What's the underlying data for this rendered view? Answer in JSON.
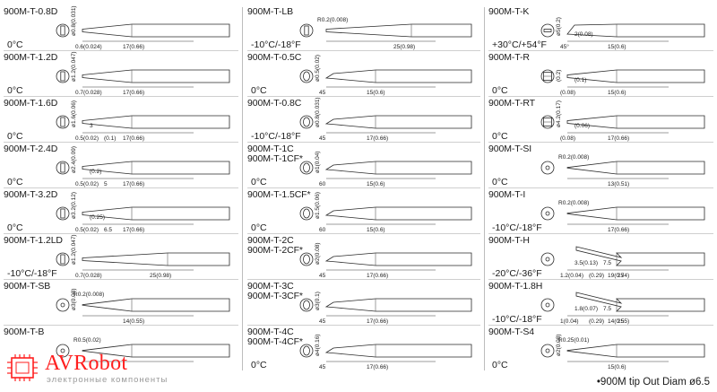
{
  "brand": {
    "name": "AVRobot",
    "tagline": "электронные компоненты"
  },
  "footer": {
    "text": "•900M tip Out Diam ø6.5"
  },
  "columns": [
    {
      "tips": [
        {
          "name": "900M-T-0.8D",
          "temp": "0°C",
          "shape": "chisel",
          "end": "ø0.8(0.031)",
          "dims": [
            "0.6(0.024)",
            "17(0.66)"
          ]
        },
        {
          "name": "900M-T-1.2D",
          "temp": "0°C",
          "shape": "chisel",
          "end": "ø1.2(0.047)",
          "dims": [
            "0.7(0.028)",
            "17(0.66)"
          ]
        },
        {
          "name": "900M-T-1.6D",
          "temp": "0°C",
          "shape": "chisel",
          "end": "ø1.6(0.06)",
          "dims": [
            "0.5(0.02)",
            "3",
            "(0.1)",
            "17(0.66)"
          ]
        },
        {
          "name": "900M-T-2.4D",
          "temp": "0°C",
          "shape": "chisel",
          "end": "ø2.4(0.09)",
          "dims": [
            "0.5(0.02)",
            "(0.2)",
            "5",
            "17(0.66)"
          ]
        },
        {
          "name": "900M-T-3.2D",
          "temp": "0°C",
          "shape": "chisel",
          "end": "ø3.2(0.12)",
          "dims": [
            "0.5(0.02)",
            "(0.25)",
            "6.5",
            "17(0.66)"
          ]
        },
        {
          "name": "900M-T-1.2LD",
          "temp": "-10°C/-18°F",
          "shape": "long",
          "end": "ø1.2(0.047)",
          "dims": [
            "0.7(0.028)",
            "25(0.98)"
          ]
        },
        {
          "name": "900M-T-SB",
          "temp": "",
          "shape": "conical",
          "end": "ø3(0.08)",
          "dims": [
            "R0.2(0.008)",
            "14(0.55)"
          ]
        },
        {
          "name": "900M-T-B",
          "temp": "",
          "shape": "conical",
          "end": "",
          "dims": [
            "R0.5(0.02)"
          ]
        }
      ]
    },
    {
      "tips": [
        {
          "name": "900M-T-LB",
          "temp": "-10°C/-18°F",
          "shape": "long",
          "end": "",
          "dims": [
            "R0.2(0.008)",
            "25(0.98)"
          ]
        },
        {
          "name": "900M-T-0.5C",
          "temp": "0°C",
          "shape": "bevel",
          "end": "ø0.5(0.02)",
          "dims": [
            "45",
            "15(0.6)"
          ]
        },
        {
          "name": "900M-T-0.8C",
          "temp": "-10°C/-18°F",
          "shape": "bevel",
          "end": "ø0.8(0.031)",
          "dims": [
            "45",
            "17(0.66)"
          ]
        },
        {
          "name": "900M-T-1C\n900M-T-1CF*",
          "temp": "0°C",
          "shape": "bevel",
          "end": "ø1(0.04)",
          "dims": [
            "60",
            "15(0.6)"
          ]
        },
        {
          "name": "900M-T-1.5CF*",
          "temp": "0°C",
          "shape": "bevel",
          "end": "ø1.5(0.06)",
          "dims": [
            "60",
            "15(0.6)"
          ]
        },
        {
          "name": "900M-T-2C\n900M-T-2CF*",
          "temp": "",
          "shape": "bevel",
          "end": "ø2(0.08)",
          "dims": [
            "45",
            "17(0.66)"
          ]
        },
        {
          "name": "900M-T-3C\n900M-T-3CF*",
          "temp": "",
          "shape": "bevel",
          "end": "ø3(0.1)",
          "dims": [
            "45",
            "17(0.66)"
          ]
        },
        {
          "name": "900M-T-4C\n900M-T-4CF*",
          "temp": "0°C",
          "shape": "bevel",
          "end": "ø4(0.16)",
          "dims": [
            "45",
            "17(0.66)"
          ]
        }
      ]
    },
    {
      "tips": [
        {
          "name": "900M-T-K",
          "temp": "+30°C/+54°F",
          "shape": "knife",
          "end": "ø5(0.2)",
          "dims": [
            "45°",
            "2(0.08)",
            "15(0.6)"
          ]
        },
        {
          "name": "900M-T-R",
          "temp": "0°C",
          "shape": "slot",
          "end": "(0.2)",
          "dims": [
            "(0.08)",
            "(0.1)",
            "15(0.6)"
          ]
        },
        {
          "name": "900M-T-RT",
          "temp": "0°C",
          "shape": "slot",
          "end": "ø4.2(0.17)",
          "dims": [
            "(0.08)",
            "(0.06)",
            "17(0.66)"
          ]
        },
        {
          "name": "900M-T-SI",
          "temp": "0°C",
          "shape": "conical",
          "end": "",
          "dims": [
            "R0.2(0.008)",
            "13(0.51)"
          ]
        },
        {
          "name": "900M-T-I",
          "temp": "-10°C/-18°F",
          "shape": "conical",
          "end": "",
          "dims": [
            "R0.2(0.008)",
            "17(0.66)"
          ]
        },
        {
          "name": "900M-T-H",
          "temp": "-20°C/-36°F",
          "shape": "bent",
          "end": "",
          "dims": [
            "1.2(0.04)",
            "3.5(0.13)",
            "(0.29)",
            "7.5",
            "25",
            "19(0.74)"
          ]
        },
        {
          "name": "900M-T-1.8H",
          "temp": "-10°C/-18°F",
          "shape": "bent",
          "end": "",
          "dims": [
            "1(0.04)",
            "1.8(0.07)",
            "(0.29)",
            "7.5",
            "25",
            "14(0.55)"
          ]
        },
        {
          "name": "900M-T-S4",
          "temp": "0°C",
          "shape": "conical",
          "end": "ø2(0.08)",
          "dims": [
            "R0.25(0.01)",
            "15(0.6)"
          ]
        }
      ]
    }
  ]
}
